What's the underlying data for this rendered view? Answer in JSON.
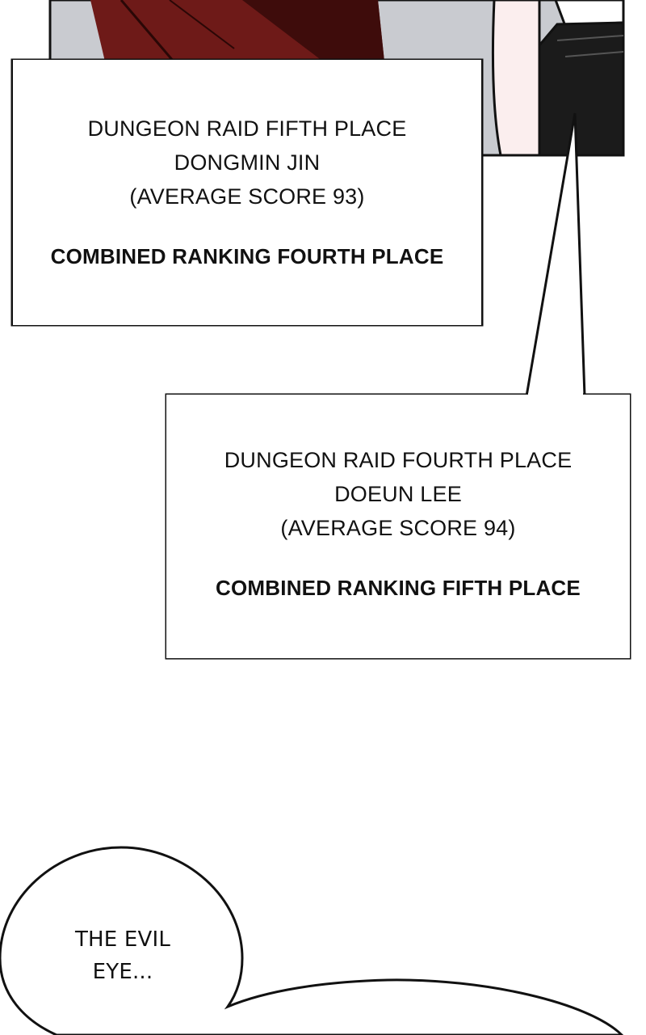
{
  "captions": [
    {
      "lines": [
        "DUNGEON RAID FIFTH PLACE",
        "DONGMIN JIN",
        "(AVERAGE SCORE 93)"
      ],
      "ranking": "COMBINED RANKING FOURTH PLACE"
    },
    {
      "lines": [
        "DUNGEON RAID FOURTH PLACE",
        "DOEUN LEE",
        "(AVERAGE SCORE 94)"
      ],
      "ranking": "COMBINED RANKING FIFTH PLACE"
    }
  ],
  "speech_bubble": {
    "lines": [
      "THE EVIL",
      "EYE..."
    ]
  },
  "colors": {
    "panel_gray": "#c9cbd0",
    "robe_red": "#6e1a18",
    "skin": "#fbeeee",
    "pants": "#1b1b1b",
    "ink": "#111111"
  }
}
